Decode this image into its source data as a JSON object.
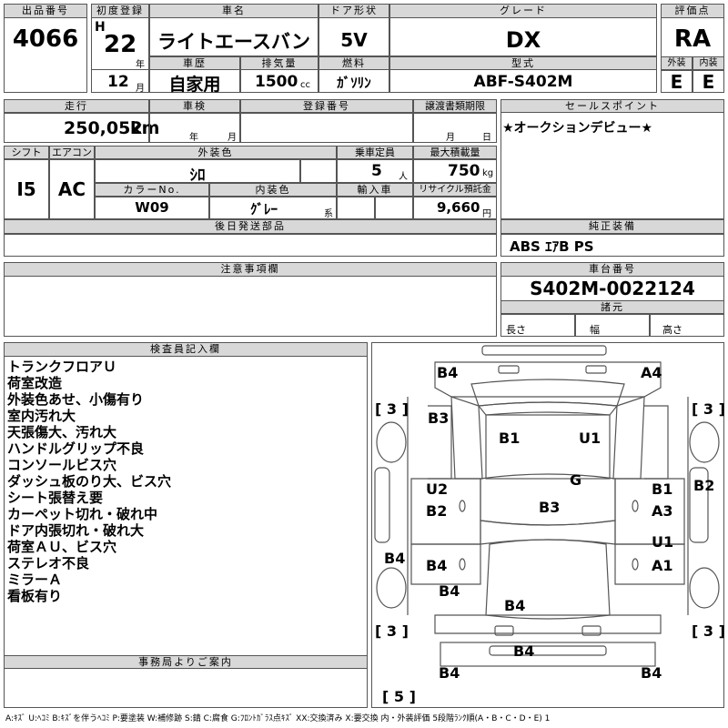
{
  "header": {
    "lot_label": "出品番号",
    "lot_no": "4066",
    "first_reg_label": "初度登録",
    "era": "H",
    "year": "22",
    "year_unit": "年",
    "month": "12",
    "month_unit": "月",
    "car_name_label": "車名",
    "car_name": "ライトエースバン",
    "door_label": "ドア形状",
    "door": "5V",
    "grade_label": "グレード",
    "grade": "DX",
    "score_label": "評価点",
    "score": "RA",
    "history_label": "車歴",
    "history": "自家用",
    "disp_label": "排気量",
    "displacement": "1500",
    "disp_unit": "cc",
    "fuel_label": "燃料",
    "fuel": "ｶﾞｿﾘﾝ",
    "model_label": "型式",
    "model": "ABF-S402M",
    "ext_label": "外装",
    "ext": "E",
    "int_label": "内装",
    "int": "E"
  },
  "row2": {
    "mileage_label": "走行",
    "mileage": "250,052",
    "mileage_unit": "km",
    "inspection_label": "車検",
    "insp_year_unit": "年",
    "insp_month_unit": "月",
    "reg_no_label": "登録番号",
    "transfer_label": "譲渡書類期限",
    "transfer_month_unit": "月",
    "transfer_day_unit": "日",
    "sales_label": "セールスポイント",
    "sales_point": "★オークションデビュー★"
  },
  "row3": {
    "shift_label": "シフト",
    "shift": "I5",
    "ac_label": "エアコン",
    "ac": "AC",
    "ext_color_label": "外装色",
    "ext_color": "ｼﾛ",
    "capacity_label": "乗車定員",
    "capacity": "5",
    "capacity_unit": "人",
    "load_label": "最大積載量",
    "load": "750",
    "load_unit": "kg",
    "color_no_label": "カラーNo.",
    "color_no": "W09",
    "int_color_label": "内装色",
    "int_color": "ｸﾞﾚｰ",
    "int_color_unit": "系",
    "import_label": "輸入車",
    "recycle_label": "リサイクル預託金",
    "recycle": "9,660",
    "recycle_unit": "円"
  },
  "later_parts_label": "後日発送部品",
  "equip_label": "純正装備",
  "equipment": "ABS ｴｱB PS",
  "caution_label": "注意事項欄",
  "chassis_label": "車台番号",
  "chassis_no": "S402M-0022124",
  "specs_label": "諸元",
  "length_label": "長さ",
  "width_label": "幅",
  "height_label": "高さ",
  "inspector_label": "検査員記入欄",
  "inspector_notes": [
    "トランクフロアＵ",
    "荷室改造",
    "外装色あせ、小傷有り",
    "室内汚れ大",
    "天張傷大、汚れ大",
    "ハンドルグリップ不良",
    "コンソールビス穴",
    "ダッシュ板のり大、ビス穴",
    "シート張替え要",
    "カーペット切れ・破れ中",
    "ドア内張切れ・破れ大",
    "荷室ＡＵ、ビス穴",
    "ステレオ不良",
    "ミラーＡ",
    "看板有り"
  ],
  "office_label": "事務局よりご案内",
  "diagram": {
    "tires": [
      "[ 3 ]",
      "[ 3 ]",
      "[ 3 ]",
      "[ 3 ]",
      "[ 5 ]"
    ],
    "marks": [
      "B4",
      "A4",
      "B3",
      "B1",
      "U1",
      "U2",
      "G",
      "B1",
      "B2",
      "B2",
      "B3",
      "A3",
      "U1",
      "B4",
      "B4",
      "A1",
      "B4",
      "B4",
      "B4",
      "B4",
      "B4"
    ]
  },
  "legend": "A:ｷｽﾞ U:ﾍｺﾐ B:ｷｽﾞを伴うﾍｺﾐ P:要塗装 W:補修跡 S:錆 C:腐食 G:ﾌﾛﾝﾄｶﾞﾗｽ点ｷｽﾞ XX:交換済み X:要交換 内・外装評価 5段階ﾗﾝｸ順(A・B・C・D・E) 1"
}
